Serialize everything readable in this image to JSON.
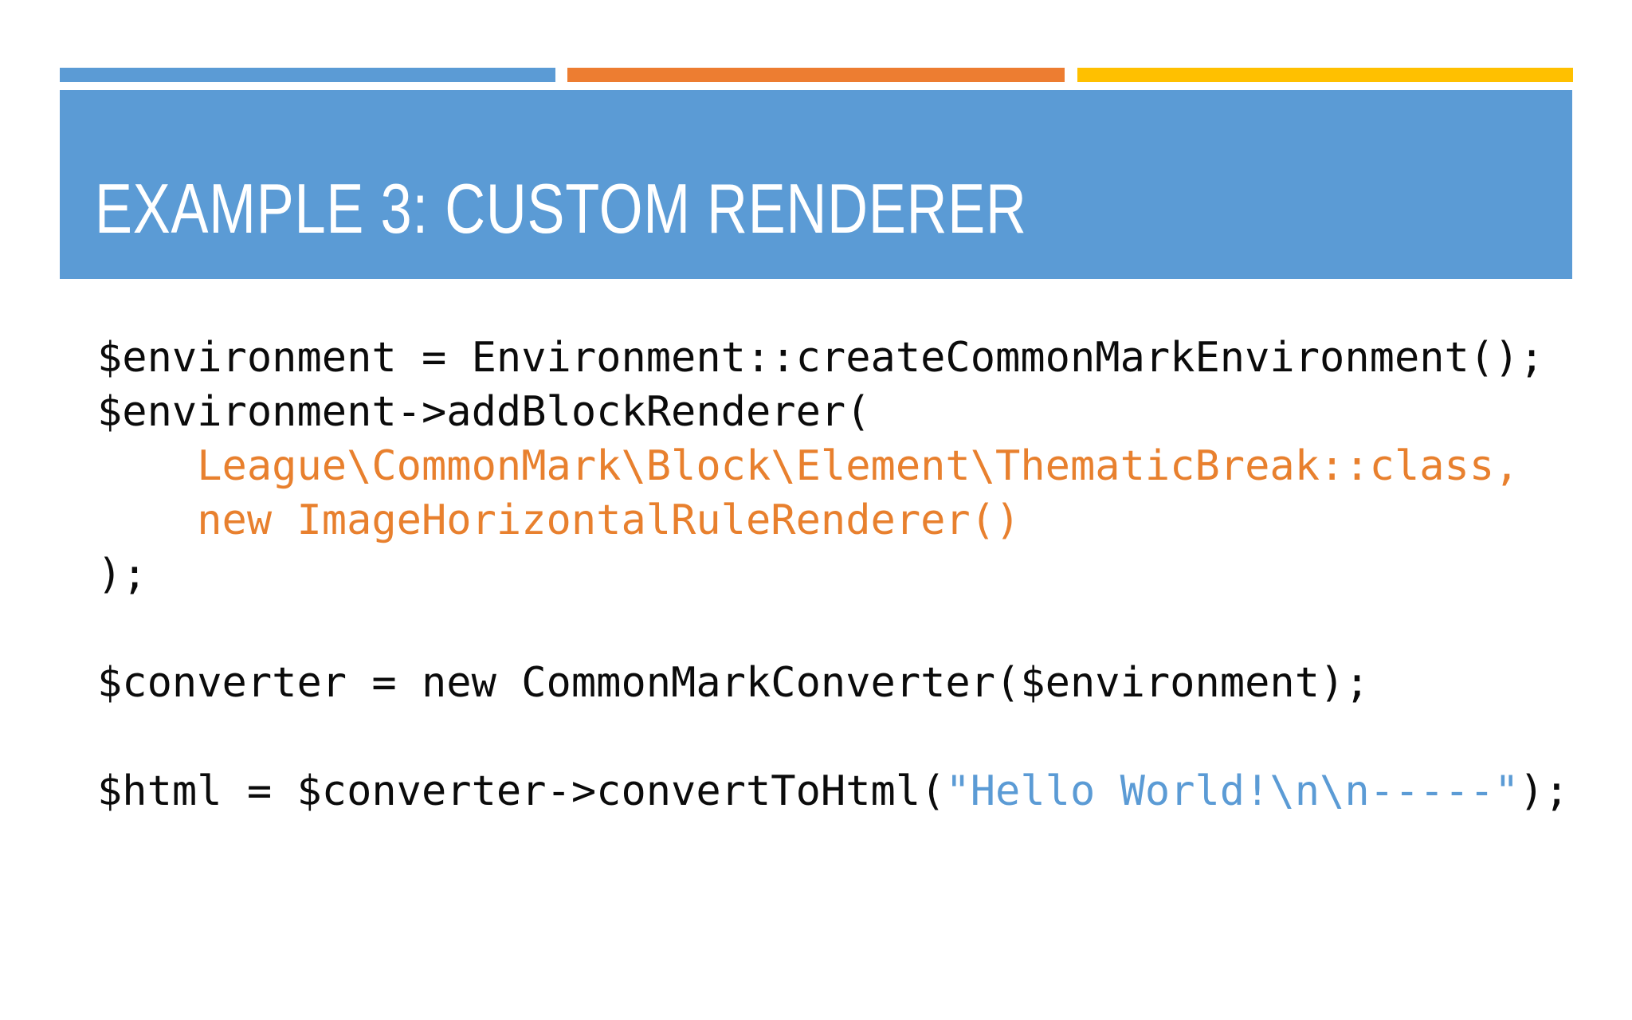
{
  "slide": {
    "title": "EXAMPLE 3: CUSTOM RENDERER"
  },
  "theme": {
    "accent_blue": "#5B9BD5",
    "accent_orange": "#ED7D31",
    "accent_yellow": "#FFC000",
    "title_color": "#FFFFFF",
    "code_default": "#0B0B0B",
    "code_highlight": "#E8802E",
    "code_string": "#5B9BD5",
    "background": "#FFFFFF"
  },
  "code": {
    "lines": [
      {
        "segments": [
          {
            "text": "$environment = Environment::createCommonMarkEnvironment();",
            "style": "default"
          }
        ]
      },
      {
        "segments": [
          {
            "text": "$environment->addBlockRenderer(",
            "style": "default"
          }
        ]
      },
      {
        "segments": [
          {
            "text": "    League\\CommonMark\\Block\\Element\\ThematicBreak::class,",
            "style": "highlight"
          }
        ]
      },
      {
        "segments": [
          {
            "text": "    new ImageHorizontalRuleRenderer()",
            "style": "highlight"
          }
        ]
      },
      {
        "segments": [
          {
            "text": ");",
            "style": "default"
          }
        ]
      },
      {
        "segments": []
      },
      {
        "segments": [
          {
            "text": "$converter = new CommonMarkConverter($environment);",
            "style": "default"
          }
        ]
      },
      {
        "segments": []
      },
      {
        "segments": [
          {
            "text": "$html = $converter->convertToHtml(",
            "style": "default"
          },
          {
            "text": "\"Hello World!\\n\\n-----\"",
            "style": "string"
          },
          {
            "text": ");",
            "style": "default"
          }
        ]
      }
    ]
  }
}
